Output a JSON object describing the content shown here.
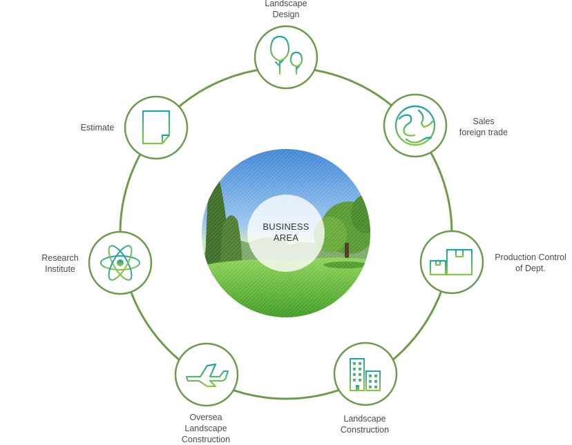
{
  "center": {
    "line1": "BUSINESS",
    "line2": "AREA"
  },
  "nodes": {
    "landscape_design": {
      "line1": "Landscape",
      "line2": "Design",
      "icon": "trees-icon"
    },
    "sales": {
      "line1": "Sales",
      "line2": "foreign trade",
      "icon": "globe-icon"
    },
    "production": {
      "line1": "Production Control",
      "line2": "of Dept.",
      "icon": "boxes-icon"
    },
    "landscape_construction": {
      "line1": "Landscape",
      "line2": "Construction",
      "icon": "buildings-icon"
    },
    "oversea": {
      "line1": "Oversea",
      "line2": "Landscape",
      "line3": "Construction",
      "icon": "airplane-icon"
    },
    "research": {
      "line1": "Research",
      "line2": "Institute",
      "icon": "atom-icon"
    },
    "estimate": {
      "line1": "Estimate",
      "icon": "document-icon"
    }
  },
  "colors": {
    "ring": "#6e9a4c",
    "icon_teal": "#2aa89a",
    "icon_green": "#7cc242"
  }
}
